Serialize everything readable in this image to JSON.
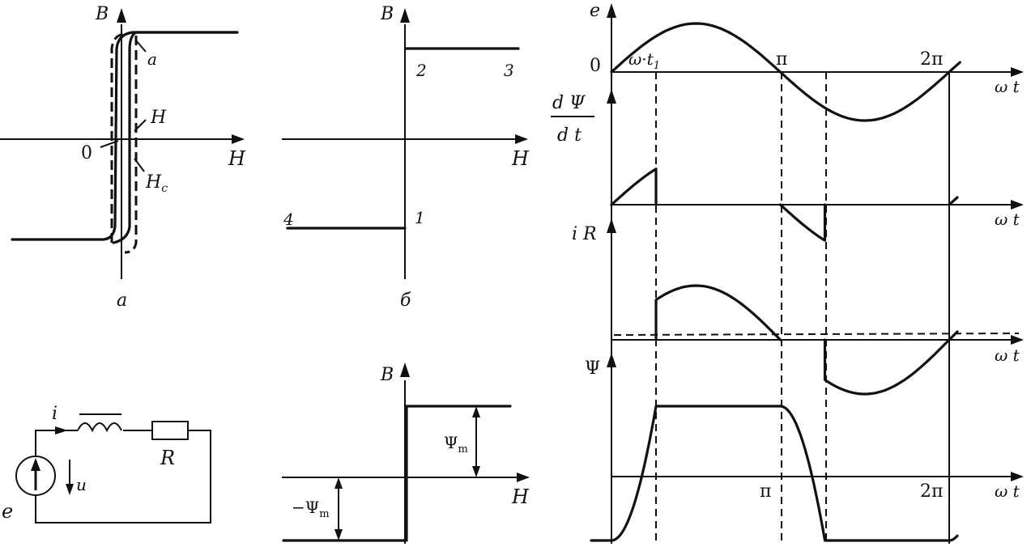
{
  "panel_a": {
    "axis_b": "B",
    "axis_h": "H",
    "origin": "0",
    "label_a": "a",
    "label_h": "H",
    "label_hc": "H",
    "label_hc_sub": "c",
    "caption": "a"
  },
  "panel_b": {
    "axis_b": "B",
    "axis_h": "H",
    "point_1": "1",
    "point_2": "2",
    "point_3": "3",
    "point_4": "4",
    "caption": "б"
  },
  "panel_c": {
    "axis_b": "B",
    "axis_h": "H",
    "psi_m_label": "Ψ",
    "psi_m_sub": "m",
    "neg_psi_m_label": "−Ψ",
    "neg_psi_m_sub": "m"
  },
  "circuit": {
    "current": "i",
    "resistor": "R",
    "voltage": "u",
    "source": "e"
  },
  "waveforms": {
    "e_label": "e",
    "origin": "0",
    "omega_t1": "ω·t",
    "omega_t1_sub": "1",
    "pi": "π",
    "two_pi": "2π",
    "omega_t": "ω t",
    "dpsi_num": "d Ψ",
    "dpsi_den": "d t",
    "ir_label": "i R",
    "psi_label": "Ψ"
  }
}
